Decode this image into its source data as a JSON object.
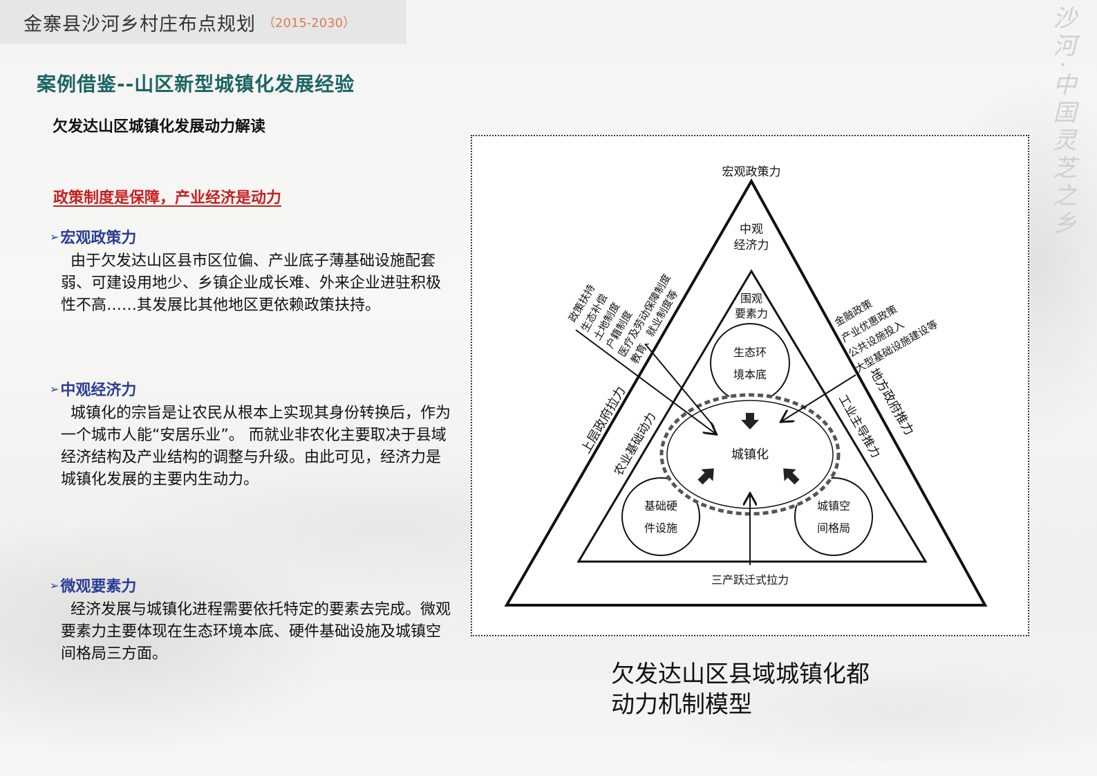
{
  "header": {
    "title": "金寨县沙河乡村庄布点规划",
    "years": "（2015-2030）"
  },
  "brand_vertical": "沙河·中国灵芝之乡",
  "section_title": "案例借鉴--山区新型城镇化发展经验",
  "subtitle": "欠发达山区城镇化发展动力解读",
  "key_point": "政策制度是保障，产业经济是动力",
  "sections": [
    {
      "heading": "宏观政策力",
      "body": "由于欠发达山区县市区位偏、产业底子薄基础设施配套弱、可建设用地少、乡镇企业成长难、外来企业进驻积极性不高……其发展比其他地区更依赖政策扶持。"
    },
    {
      "heading": "中观经济力",
      "body": "城镇化的宗旨是让农民从根本上实现其身份转换后，作为一个城市人能“安居乐业”。 而就业非农化主要取决于县域经济结构及产业结构的调整与升级。由此可见，经济力是城镇化发展的主要内生动力。"
    },
    {
      "heading": "微观要素力",
      "body": "经济发展与城镇化进程需要依托特定的要素去完成。微观要素力主要体现在生态环境本底、硬件基础设施及城镇空间格局三方面。"
    }
  ],
  "diagram": {
    "top_label": "宏观政策力",
    "middle_label": [
      "中观",
      "经济力"
    ],
    "inner_label": [
      "围观",
      "要素力"
    ],
    "center": "城镇化",
    "circle_top": [
      "生态环",
      "境本底"
    ],
    "circle_left": [
      "基础硬",
      "件设施"
    ],
    "circle_right": [
      "城镇空",
      "间格局"
    ],
    "bottom_label": "三产跃迁式拉力",
    "left_outer": "上层政府拉力",
    "left_inner": "农业基础动力",
    "right_outer": "地方政府推力",
    "right_inner": "工业主导推力",
    "left_policies": [
      "政策扶持",
      "生态补偿",
      "土地制度",
      "户籍制度",
      "医疗及劳动保障制度",
      "教育、就业制度等"
    ],
    "right_policies": [
      "金融政策",
      "产业优惠政策",
      "公共设施投入",
      "大型基础设施建设等"
    ]
  },
  "caption": [
    "欠发达山区县域城镇化都",
    "动力机制模型"
  ]
}
